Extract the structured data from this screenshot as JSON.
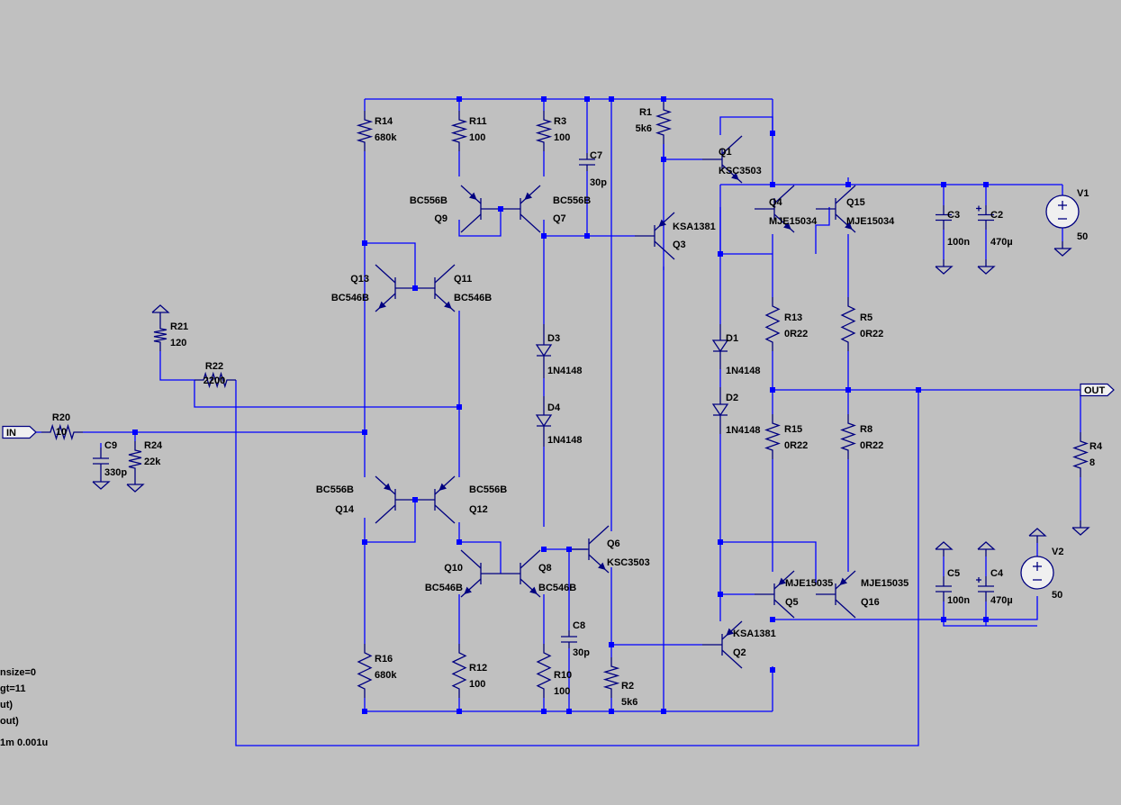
{
  "schematic": {
    "components": [
      {
        "ref": "R1",
        "value": "5k6"
      },
      {
        "ref": "R2",
        "value": "5k6"
      },
      {
        "ref": "R3",
        "value": "100"
      },
      {
        "ref": "R4",
        "value": "8"
      },
      {
        "ref": "R5",
        "value": "0R22"
      },
      {
        "ref": "R8",
        "value": "0R22"
      },
      {
        "ref": "R10",
        "value": "100"
      },
      {
        "ref": "R11",
        "value": "100"
      },
      {
        "ref": "R12",
        "value": "100"
      },
      {
        "ref": "R13",
        "value": "0R22"
      },
      {
        "ref": "R14",
        "value": "680k"
      },
      {
        "ref": "R15",
        "value": "0R22"
      },
      {
        "ref": "R16",
        "value": "680k"
      },
      {
        "ref": "R20",
        "value": "10"
      },
      {
        "ref": "R21",
        "value": "120"
      },
      {
        "ref": "R22",
        "value": "2200"
      },
      {
        "ref": "R24",
        "value": "22k"
      },
      {
        "ref": "C2",
        "value": "470µ"
      },
      {
        "ref": "C3",
        "value": "100n"
      },
      {
        "ref": "C4",
        "value": "470µ"
      },
      {
        "ref": "C5",
        "value": "100n"
      },
      {
        "ref": "C7",
        "value": "30p"
      },
      {
        "ref": "C8",
        "value": "30p"
      },
      {
        "ref": "C9",
        "value": "330p"
      },
      {
        "ref": "D1",
        "value": "1N4148"
      },
      {
        "ref": "D2",
        "value": "1N4148"
      },
      {
        "ref": "D3",
        "value": "1N4148"
      },
      {
        "ref": "D4",
        "value": "1N4148"
      },
      {
        "ref": "Q1",
        "value": "KSC3503"
      },
      {
        "ref": "Q2",
        "value": "KSA1381"
      },
      {
        "ref": "Q3",
        "value": "KSA1381"
      },
      {
        "ref": "Q4",
        "value": "MJE15034"
      },
      {
        "ref": "Q5",
        "value": "MJE15035"
      },
      {
        "ref": "Q6",
        "value": "KSC3503"
      },
      {
        "ref": "Q7",
        "value": "BC556B"
      },
      {
        "ref": "Q8",
        "value": "BC546B"
      },
      {
        "ref": "Q9",
        "value": "BC556B"
      },
      {
        "ref": "Q10",
        "value": "BC546B"
      },
      {
        "ref": "Q11",
        "value": "BC546B"
      },
      {
        "ref": "Q12",
        "value": "BC556B"
      },
      {
        "ref": "Q13",
        "value": "BC546B"
      },
      {
        "ref": "Q14",
        "value": "BC556B"
      },
      {
        "ref": "Q15",
        "value": "MJE15034"
      },
      {
        "ref": "Q16",
        "value": "MJE15035"
      },
      {
        "ref": "V1",
        "value": "50"
      },
      {
        "ref": "V2",
        "value": "50"
      }
    ],
    "ports": {
      "input": "IN",
      "output": "OUT"
    },
    "directives": [
      "nsize=0",
      "gt=11",
      "ut)",
      "out)",
      "1m 0.001u"
    ]
  },
  "colors": {
    "background": "#c0c0c0",
    "wire": "#0000ff",
    "symbol": "#000080",
    "text": "#000000"
  }
}
